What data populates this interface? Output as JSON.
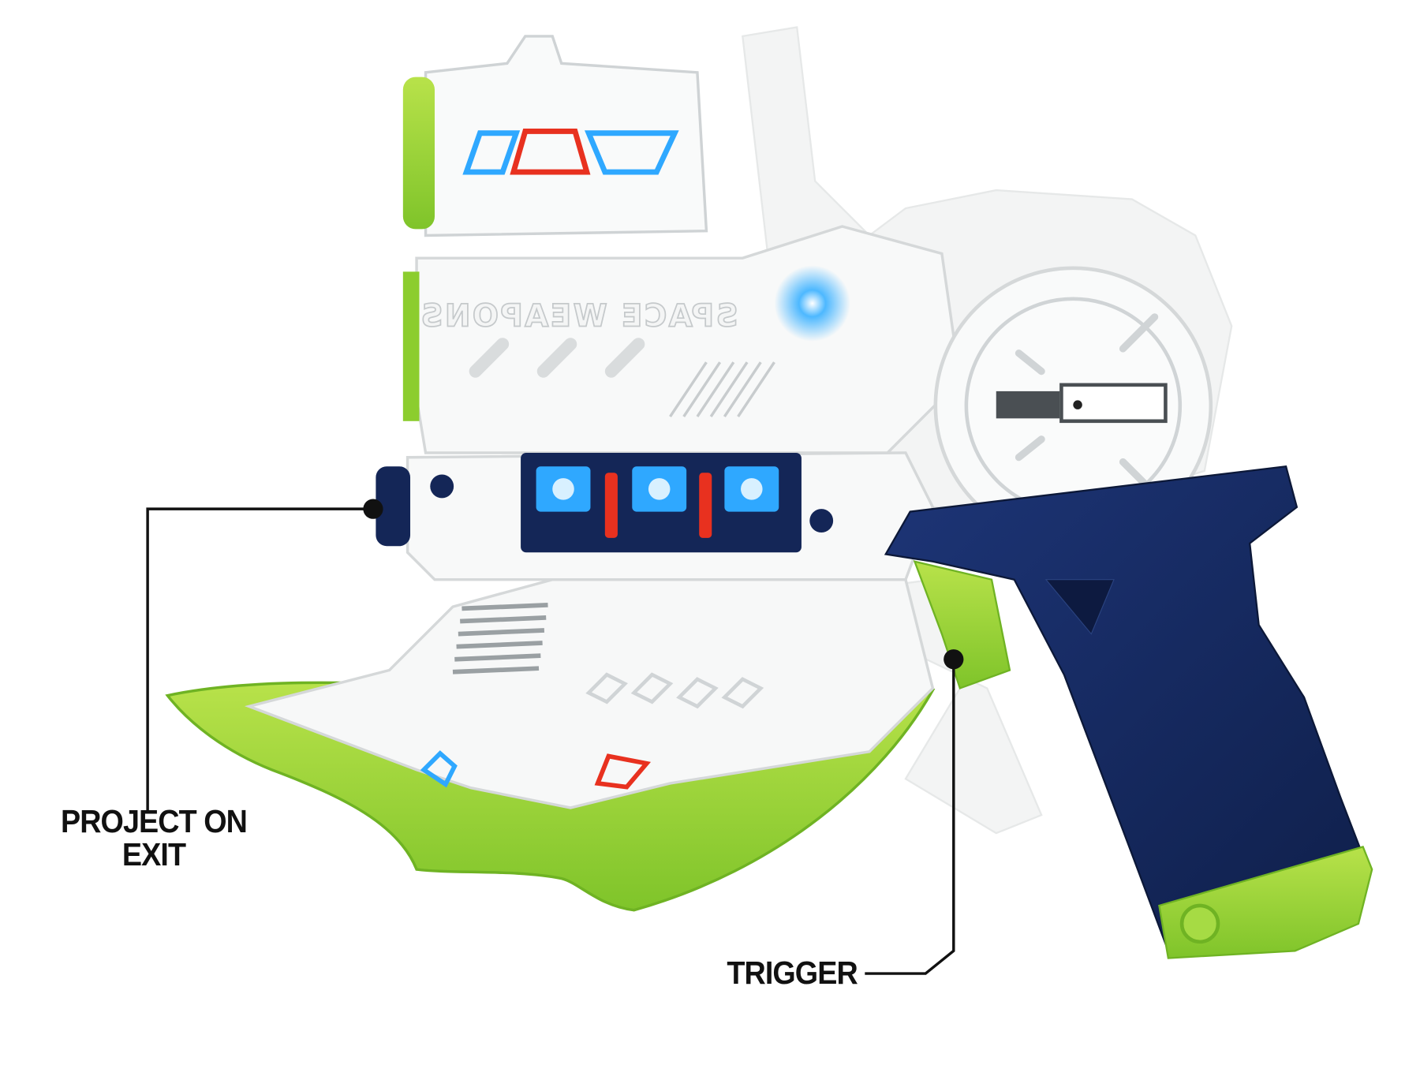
{
  "product": {
    "embossed_text": "SPACE WEAPONS",
    "colors": {
      "body": "#f4f5f5",
      "accent_green": "#9fd63a",
      "grip_navy": "#15295e",
      "light_blue": "#2fa8ff",
      "light_red": "#e8311f"
    }
  },
  "callouts": {
    "projector": {
      "line1": "PROJECT ON",
      "line2": "EXIT"
    },
    "trigger": {
      "label": "TRIGGER"
    }
  }
}
